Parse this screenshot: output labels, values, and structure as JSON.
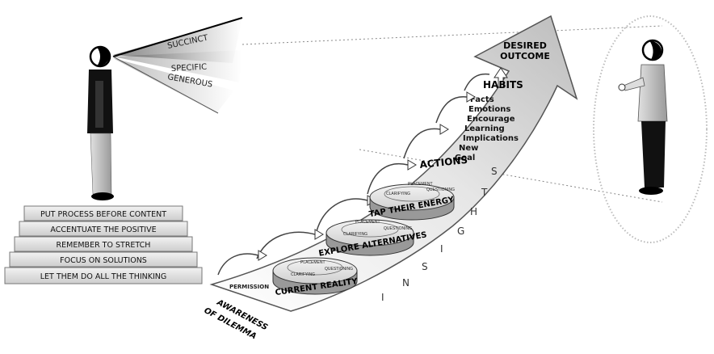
{
  "beams": [
    "SUCCINCT",
    "SPECIFIC",
    "GENEROUS"
  ],
  "steps": [
    "PUT PROCESS BEFORE CONTENT",
    "ACCENTUATE THE POSITIVE",
    "REMEMBER TO STRETCH",
    "FOCUS ON SOLUTIONS",
    "LET THEM DO ALL THE THINKING"
  ],
  "arrow": {
    "outcome_line1": "DESIRED",
    "outcome_line2": "OUTCOME",
    "habits": "HABITS",
    "facts_list": [
      "Facts",
      "Emotions",
      "Encourage",
      "Learning",
      "Implications",
      "New",
      "Goal"
    ],
    "actions": "ACTIONS"
  },
  "discs": [
    {
      "label": "TAP THEIR ENERGY",
      "placement": "PLACEMENT",
      "questioning": "QUESTIONING",
      "clarifying": "CLARIFYING"
    },
    {
      "label": "EXPLORE ALTERNATIVES",
      "placement": "PLACEMENT",
      "questioning": "QUESTIONING",
      "clarifying": "CLARIFYING"
    },
    {
      "label": "CURRENT REALITY",
      "placement": "PLACEMENT",
      "questioning": "QUESTIONING",
      "clarifying": "CLARIFYING"
    }
  ],
  "permission": "PERMISSION",
  "awareness_line1": "AWARENESS",
  "awareness_line2": "OF DILEMMA",
  "insights_letters": [
    "I",
    "N",
    "S",
    "I",
    "G",
    "H",
    "T",
    "S"
  ]
}
